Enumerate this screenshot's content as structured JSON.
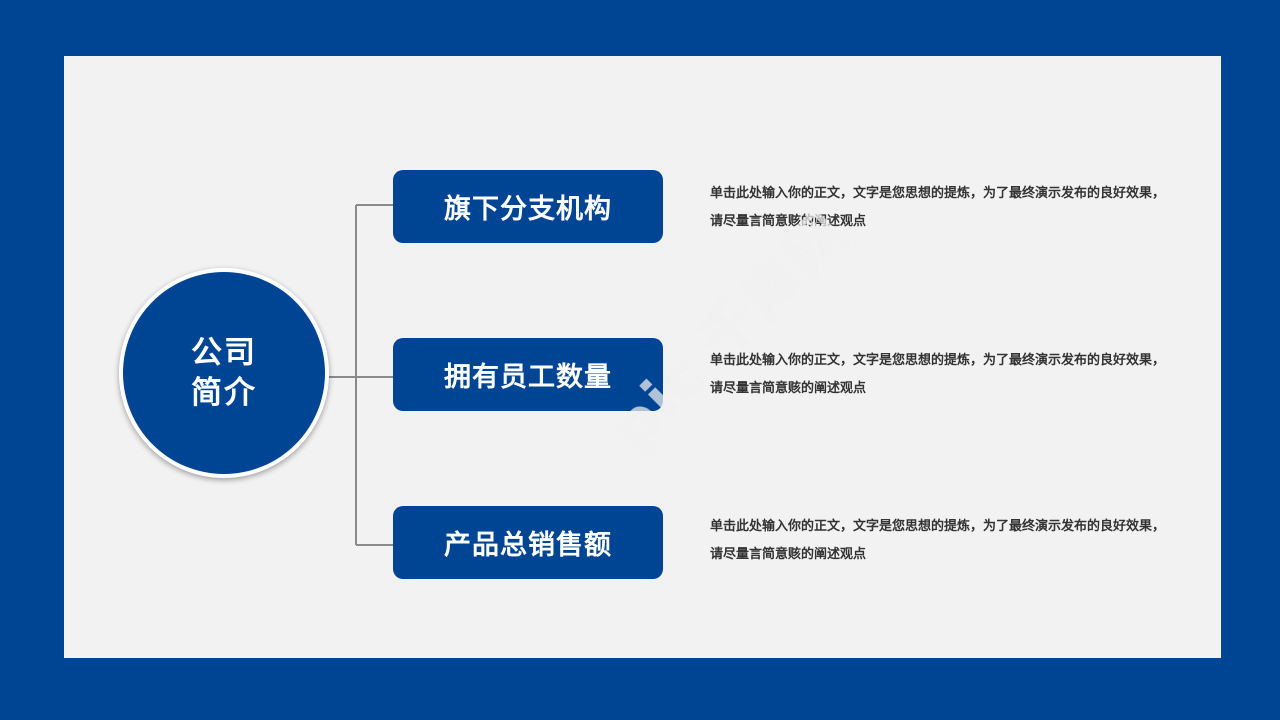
{
  "slide": {
    "center": {
      "line1": "公司",
      "line2": "简介"
    },
    "items": [
      {
        "label": "旗下分支机构",
        "description": "单击此处输入你的正文，文字是您思想的提炼，为了最终演示发布的良好效果，请尽量言简意赅的阐述观点"
      },
      {
        "label": "拥有员工数量",
        "description": "单击此处输入你的正文，文字是您思想的提炼，为了最终演示发布的良好效果，请尽量言简意赅的阐述观点"
      },
      {
        "label": "产品总销售额",
        "description": "单击此处输入你的正文，文字是您思想的提炼，为了最终演示发布的良好效果，请尽量言简意赅的阐述观点"
      }
    ],
    "watermark": "pic 千库网"
  },
  "colors": {
    "frame": "#004593",
    "slide_bg": "#f2f2f2",
    "accent": "#004593",
    "connector": "#8a8a8a",
    "text": "#333333"
  }
}
